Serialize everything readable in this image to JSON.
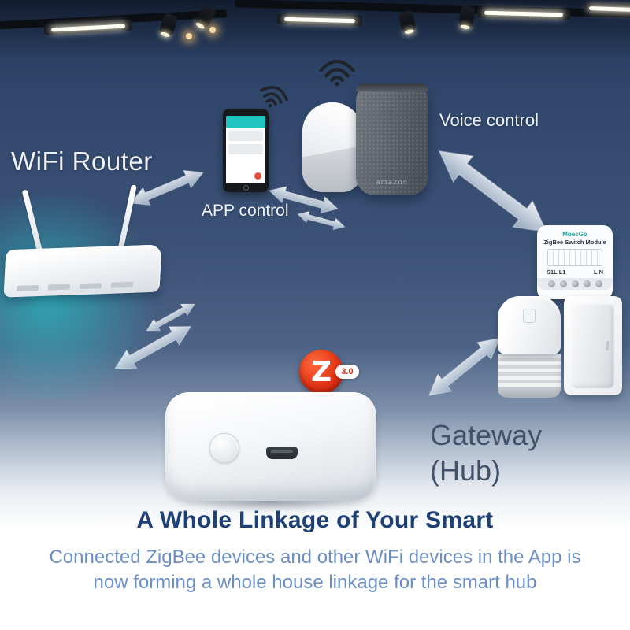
{
  "labels": {
    "wifi_router": "WiFi Router",
    "app_control": "APP control",
    "voice_control": "Voice control",
    "gateway_line1": "Gateway",
    "gateway_line2": "(Hub)"
  },
  "zigbee_logo": {
    "letter": "Z",
    "version": "3.0"
  },
  "devices": {
    "echo_brand": "amazon"
  },
  "switch_module": {
    "brand": "MoesGo",
    "name": "ZigBee Switch Module",
    "terminals_left": "S1L L1",
    "terminals_right": "L N"
  },
  "footer": {
    "heading": "A Whole Linkage of Your Smart",
    "body": "Connected ZigBee devices and other WiFi devices in the App is now forming a whole house linkage for the smart hub"
  },
  "colors": {
    "zigbee_red": "#d6290f",
    "heading_blue": "#1d4077",
    "body_blue": "#6b8ec5",
    "glow_teal": "#22d6d6"
  }
}
